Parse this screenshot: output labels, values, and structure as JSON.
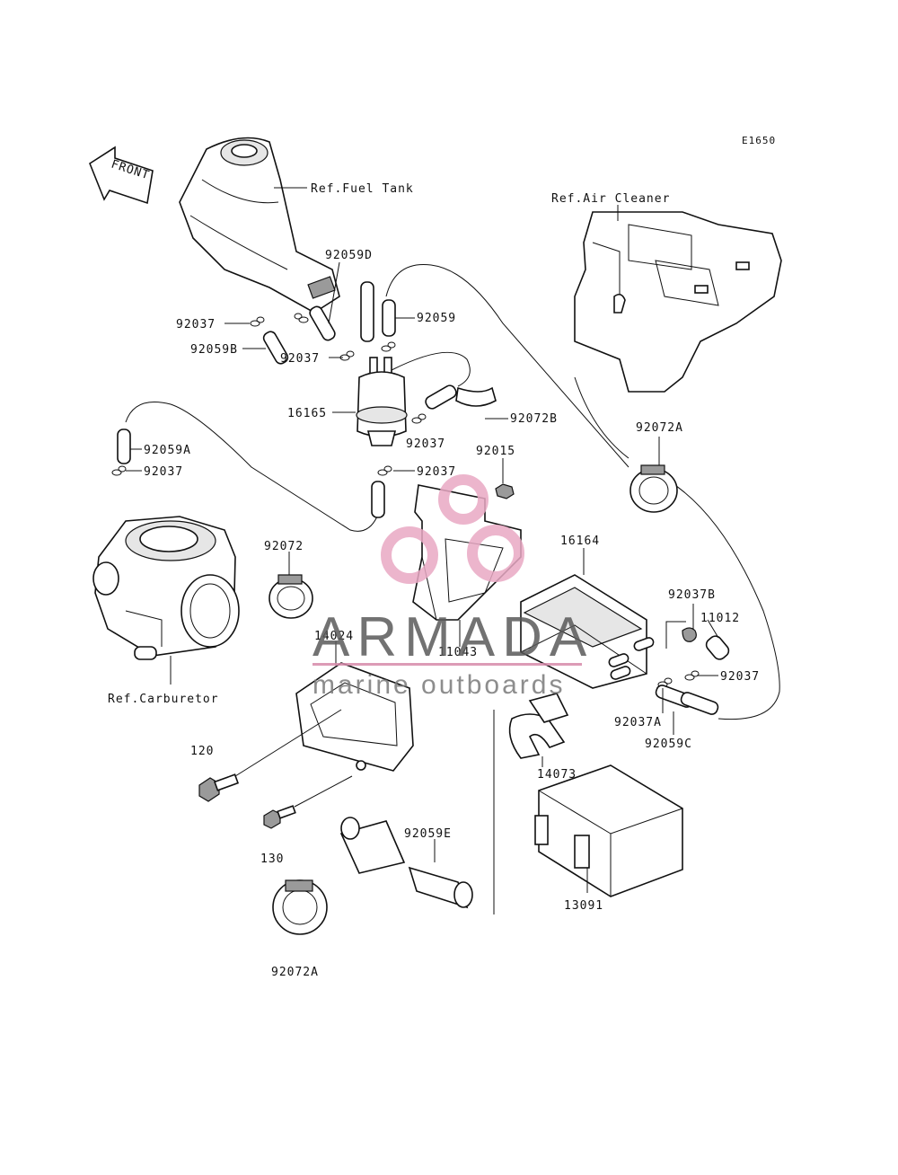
{
  "diagram_code": "E1650",
  "front_arrow_label": "FRONT",
  "references": {
    "fuel_tank": "Ref.Fuel Tank",
    "air_cleaner": "Ref.Air Cleaner",
    "carburetor": "Ref.Carburetor"
  },
  "part_labels": {
    "p92059D": "92059D",
    "p92037_a": "92037",
    "p92059": "92059",
    "p92059B": "92059B",
    "p92037_b": "92037",
    "p16165": "16165",
    "p92072B": "92072B",
    "p92037_c": "92037",
    "p92015": "92015",
    "p92059A": "92059A",
    "p92037_d": "92037",
    "p92037_e": "92037",
    "p92072A_top": "92072A",
    "p92072": "92072",
    "p16164": "16164",
    "p92037B": "92037B",
    "p11012": "11012",
    "p14024": "14024",
    "p11043": "11043",
    "p92037_f": "92037",
    "p92037A": "92037A",
    "p92059C": "92059C",
    "p120": "120",
    "p14073": "14073",
    "p130": "130",
    "p92059E": "92059E",
    "p13091": "13091",
    "p92072A_bottom": "92072A"
  },
  "watermark": {
    "title": "ARMADA",
    "subtitle": "marine outboards",
    "logo_color": "#e9a9c4"
  }
}
